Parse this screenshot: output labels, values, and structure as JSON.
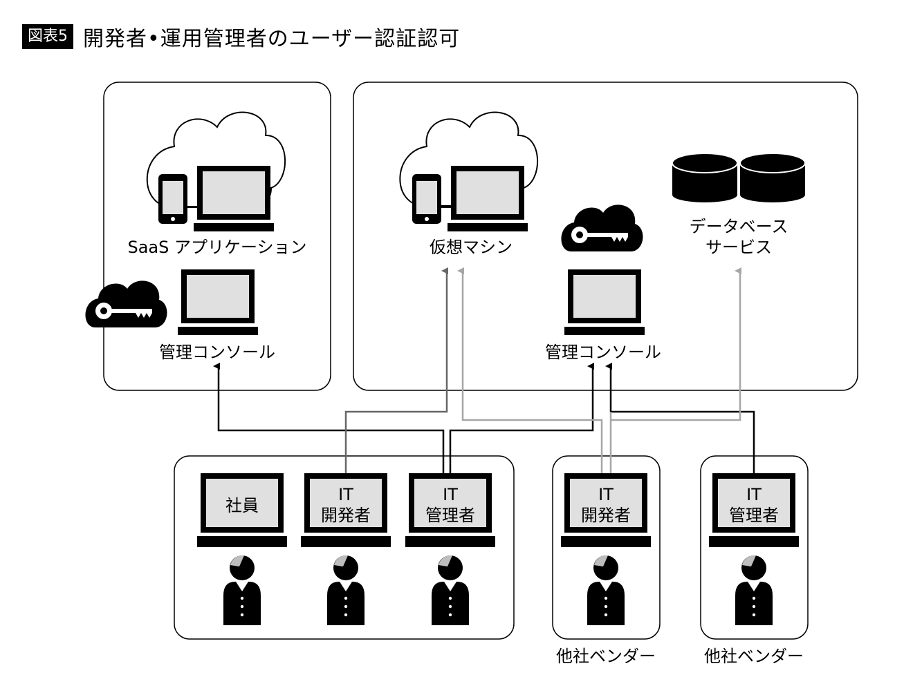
{
  "header": {
    "figure_label": "図表5",
    "title": "開発者•運用管理者のユーザー認証認可"
  },
  "left_group": {
    "app_label": "SaaS アプリケーション",
    "console_label": "管理コンソール"
  },
  "right_group": {
    "vm_label": "仮想マシン",
    "console_label": "管理コンソール",
    "db_label_line1": "データベース",
    "db_label_line2": "サービス"
  },
  "users": [
    {
      "lines": [
        "社員"
      ]
    },
    {
      "lines": [
        "IT",
        "開発者"
      ]
    },
    {
      "lines": [
        "IT",
        "管理者"
      ]
    },
    {
      "lines": [
        "IT",
        "開発者"
      ]
    },
    {
      "lines": [
        "IT",
        "管理者"
      ]
    }
  ],
  "vendor_labels": [
    "他社ベンダー",
    "他社ベンダー"
  ],
  "colors": {
    "black": "#000000",
    "dark_gray": "#666666",
    "light_gray": "#a6a6a6",
    "screen": "#e0e0e0"
  },
  "icons": [
    "cloud-icon",
    "smartphone-icon",
    "laptop-icon",
    "key-cloud-icon",
    "database-icon",
    "person-icon"
  ]
}
